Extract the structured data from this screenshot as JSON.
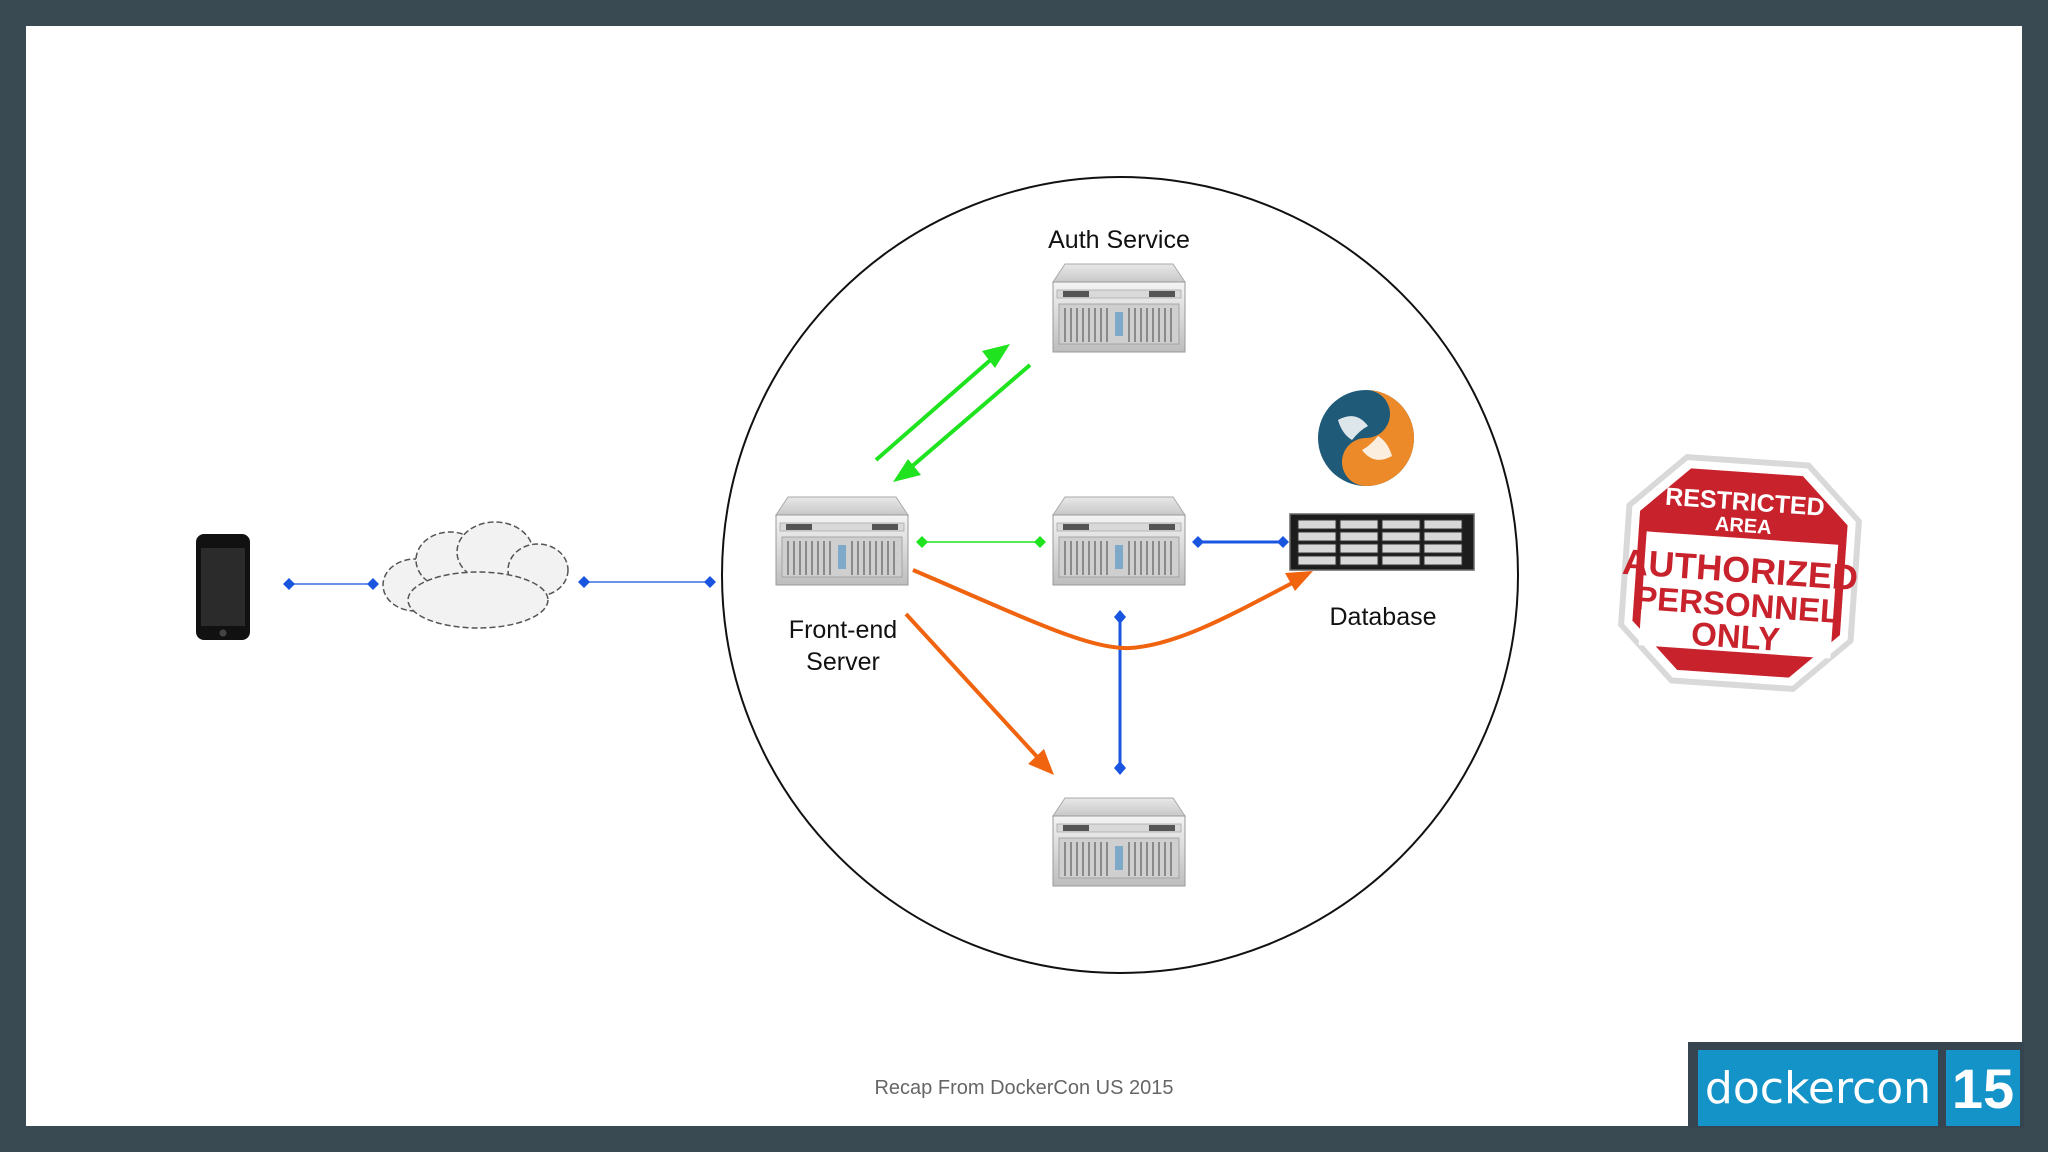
{
  "labels": {
    "auth_service": "Auth Service",
    "frontend_line1": "Front-end",
    "frontend_line2": "Server",
    "database": "Database"
  },
  "sign": {
    "line1": "RESTRICTED",
    "line2": "AREA",
    "line3": "AUTHORIZED",
    "line4": "PERSONNEL",
    "line5": "ONLY"
  },
  "footer": {
    "caption": "Recap From DockerCon US 2015"
  },
  "logo": {
    "word": "dockercon",
    "number": "15"
  },
  "colors": {
    "frame": "#3a4a52",
    "green": "#1fe31f",
    "orange": "#f06410",
    "blue": "#1a55e0",
    "sign_red": "#c8232c",
    "docker_blue": "#1493c9"
  },
  "icons": [
    "phone-icon",
    "cloud-icon",
    "server-icon",
    "mysql-dolphin-icon",
    "storage-array-icon",
    "restricted-area-sign"
  ]
}
